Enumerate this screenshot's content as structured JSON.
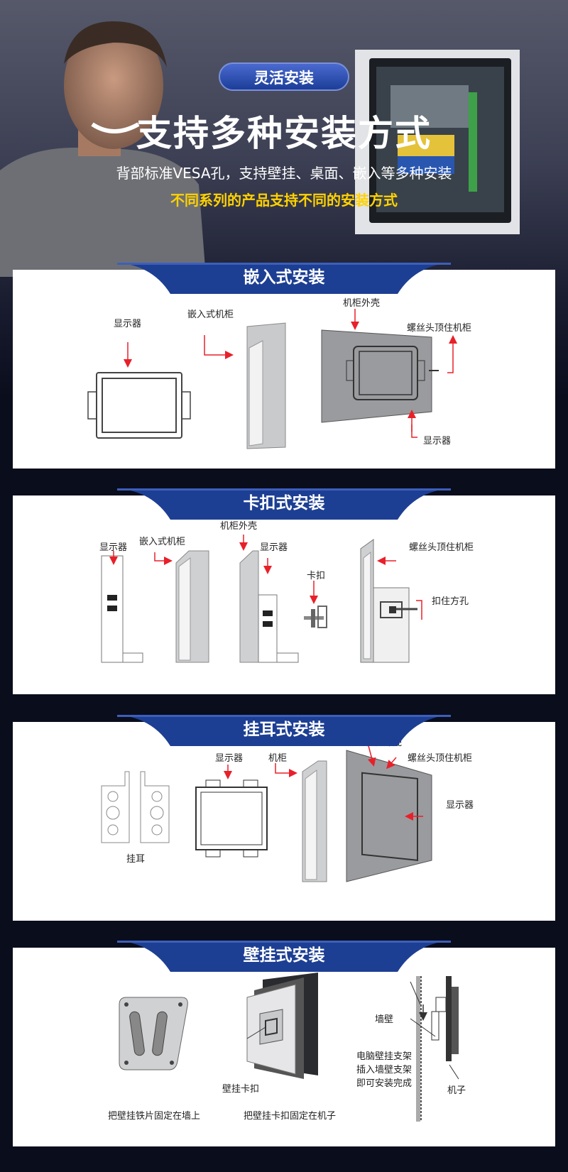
{
  "hero": {
    "badge": "灵活安装",
    "title": "支持多种安装方式",
    "subtitle": "背部标准VESA孔，支持壁挂、桌面、嵌入等多种安装",
    "highlight": "不同系列的产品支持不同的安装方式"
  },
  "sections": [
    {
      "title": "嵌入式安装",
      "labels": {
        "display": "显示器",
        "cabinet": "嵌入式机柜",
        "shell": "机柜外壳",
        "screw": "螺丝头顶住机柜",
        "display2": "显示器"
      }
    },
    {
      "title": "卡扣式安装",
      "labels": {
        "display": "显示器",
        "cabinet": "嵌入式机柜",
        "shell": "机柜外壳",
        "display2": "显示器",
        "clip": "卡扣",
        "screw": "螺丝头顶住机柜",
        "hole": "扣住方孔"
      }
    },
    {
      "title": "挂耳式安装",
      "labels": {
        "ear": "挂耳",
        "display": "显示器",
        "cabinet": "机柜",
        "shell": "机柜外壳",
        "screw": "螺丝头顶住机柜",
        "display2": "显示器"
      }
    },
    {
      "title": "壁挂式安装",
      "labels": {
        "plate": "把壁挂铁片固定在墙上",
        "buckle": "壁挂卡扣",
        "fix": "把壁挂卡扣固定在机子",
        "wall": "墙壁",
        "line1": "电脑壁挂支架",
        "line2": "插入墙壁支架",
        "line3": "即可安装完成",
        "machine": "机子"
      }
    }
  ],
  "colors": {
    "badge": "#2a4cb0",
    "highlight": "#ffd200",
    "ribbon": "#1d3f93",
    "arrow": "#e8202a"
  }
}
